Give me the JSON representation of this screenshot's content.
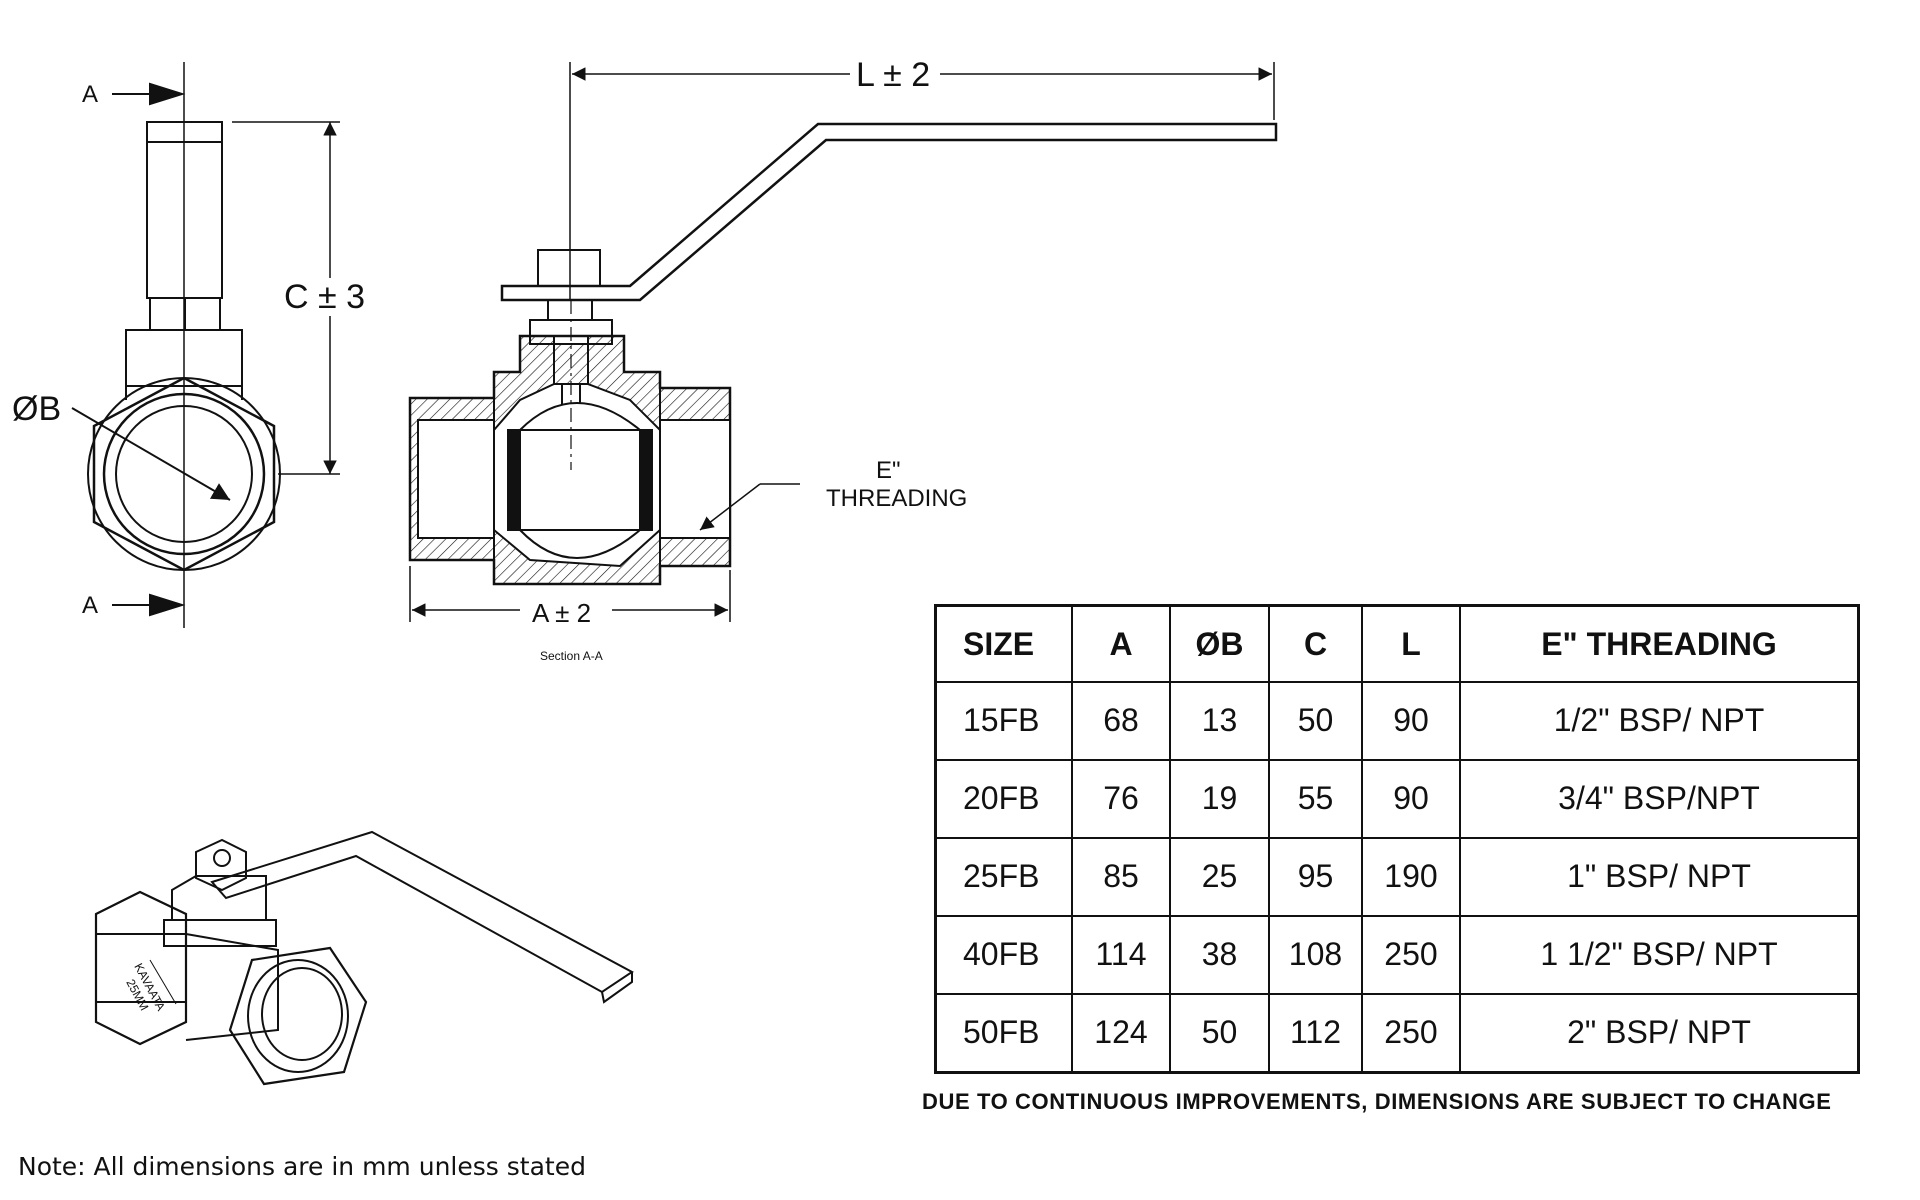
{
  "drawing": {
    "section_marker": "A",
    "dim_length": "L ± 2",
    "dim_height": "C ± 3",
    "dim_diameter": "ØB",
    "dim_body": "A ± 2",
    "threading_line1": "E\"",
    "threading_line2": "THREADING",
    "section_caption": "Section A-A",
    "brand_marking": "KAVAATA",
    "size_marking": "25MM"
  },
  "table": {
    "headers": [
      "SIZE",
      "A",
      "ØB",
      "C",
      "L",
      "E\" THREADING"
    ],
    "rows": [
      [
        "15FB",
        "68",
        "13",
        "50",
        "90",
        "1/2\" BSP/ NPT"
      ],
      [
        "20FB",
        "76",
        "19",
        "55",
        "90",
        "3/4\" BSP/NPT"
      ],
      [
        "25FB",
        "85",
        "25",
        "95",
        "190",
        "1\" BSP/ NPT"
      ],
      [
        "40FB",
        "114",
        "38",
        "108",
        "250",
        "1 1/2\" BSP/ NPT"
      ],
      [
        "50FB",
        "124",
        "50",
        "112",
        "250",
        "2\" BSP/ NPT"
      ]
    ]
  },
  "disclaimer": "DUE TO CONTINUOUS IMPROVEMENTS, DIMENSIONS ARE SUBJECT TO CHANGE",
  "note": "Note: All dimensions are in mm unless stated"
}
